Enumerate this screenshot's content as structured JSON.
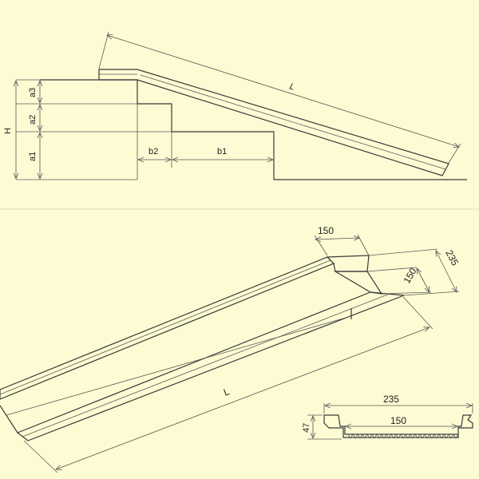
{
  "colors": {
    "background": "#fdfbd3",
    "line": "#3a3a3a",
    "divider": "#e0ddb8"
  },
  "top_view": {
    "ramp_length": "L",
    "height": "H",
    "step_heights": [
      "a1",
      "a2",
      "a3"
    ],
    "step_widths": [
      "b1",
      "b2"
    ]
  },
  "bottom_view": {
    "ramp_length": "L",
    "width_top_a": "150",
    "width_outer": "235",
    "width_inner": "150",
    "section_width": "235",
    "section_inner": "150",
    "section_height": "47"
  }
}
